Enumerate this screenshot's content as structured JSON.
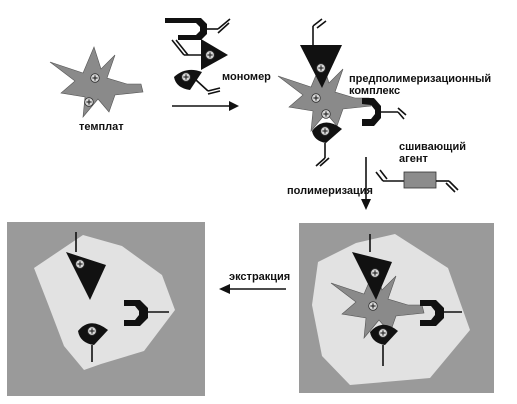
{
  "labels": {
    "template": "темплат",
    "monomer": "мономер",
    "complex_line1": "предполимеризационный",
    "complex_line2": "комплекс",
    "crosslinker_line1": "сшивающий",
    "crosslinker_line2": "агент",
    "polymerization": "полимеризация",
    "extraction": "экстракция"
  },
  "colors": {
    "template": "#8a8a8a",
    "monomer": "#111111",
    "polymer_frame": "#9a9a9a",
    "polymer_matrix": "#e2e2e2",
    "crosslinker_body": "#8c8c8c",
    "arrow": "#111111"
  }
}
